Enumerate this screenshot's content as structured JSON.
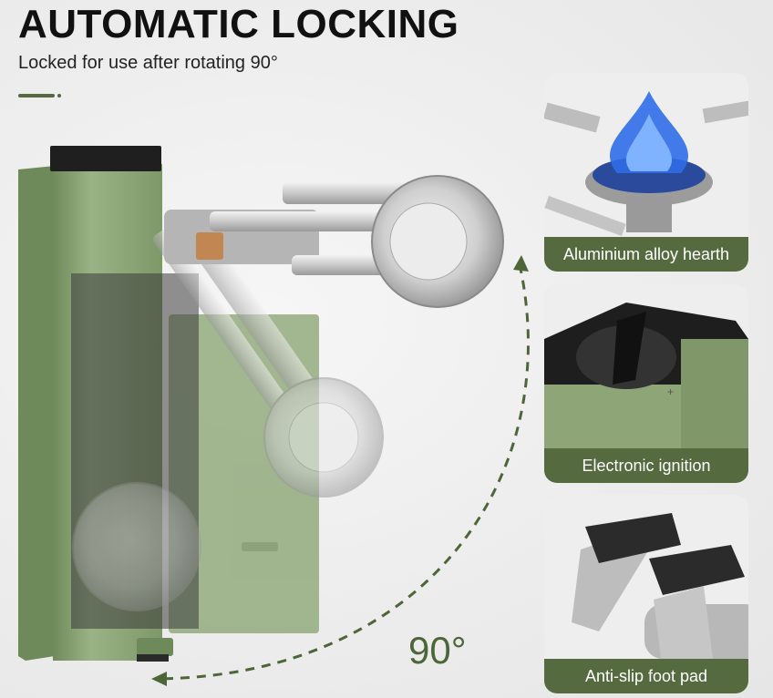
{
  "header": {
    "title": "AUTOMATIC LOCKING",
    "subtitle": "Locked for use after rotating 90°"
  },
  "rotation": {
    "label": "90°"
  },
  "features": [
    {
      "label": "Aluminium alloy hearth",
      "icon": "burner-flame-image"
    },
    {
      "label": "Electronic ignition",
      "icon": "ignition-knob-image"
    },
    {
      "label": "Anti-slip foot pad",
      "icon": "foot-pad-image"
    }
  ],
  "colors": {
    "brand_green": "#556b3f",
    "stove_green": "#8ea578",
    "flame_blue": "#2f6de8"
  }
}
